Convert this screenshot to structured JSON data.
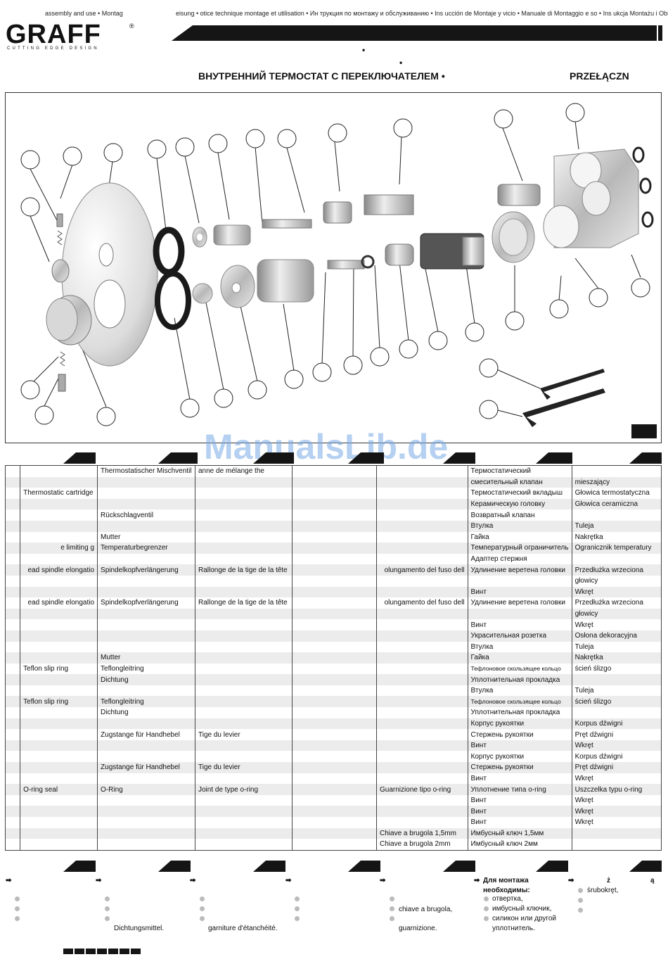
{
  "header": {
    "top_left": "assembly and use • Montag",
    "top_right": "eisung •  otice technique montage et utilisation • Ин  трукция по монтажу и обслуживанию • Ins  ucción de Montaje y        vicio • Manuale di Montaggio e    so • Ins  ukcja Montażu i Obsług",
    "logo": "GRAFF",
    "logo_reg": "®",
    "logo_tagline": "CUTTING EDGE DESIGN",
    "dot1": "•",
    "dot2": "•",
    "title_ru": "ВНУТРЕННИЙ ТЕРМОСТАТ С ПЕРЕКЛЮЧАТЕЛЕМ  •",
    "title_pl": "PRZEŁĄCZN"
  },
  "watermark": "ManualsLib.de",
  "parts_table": {
    "rows": [
      [
        "",
        "",
        "Thermostatischer Mischventil",
        "anne de mélange the",
        "",
        "",
        "Термостатический",
        ""
      ],
      [
        "",
        "",
        "",
        "",
        "",
        "",
        "смесительный клапан",
        "mieszający"
      ],
      [
        "",
        "Thermostatic cartridge",
        "",
        "",
        "",
        "",
        "Термостатический вкладыш",
        "Głowica termostatyczna"
      ],
      [
        "",
        "",
        "",
        "",
        "",
        "",
        "Керамическую головку",
        "Głowica ceramiczna"
      ],
      [
        "",
        "",
        "Rückschlagventil",
        "",
        "",
        "",
        "Возвратный клапан",
        ""
      ],
      [
        "",
        "",
        "",
        "",
        "",
        "",
        "Втулка",
        "Tuleja"
      ],
      [
        "",
        "",
        "Mutter",
        "",
        "",
        "",
        "Гайка",
        "Nakrętka"
      ],
      [
        "",
        "e limiting     g",
        "Temperaturbegrenzer",
        "",
        "",
        "",
        "Температурный ограничитель",
        "Ogranicznik temperatury"
      ],
      [
        "",
        "",
        "",
        "",
        "",
        "",
        "Адаптер стержня",
        ""
      ],
      [
        "",
        "ead spindle elongatio",
        "Spindelkopfverlängerung",
        "Rallonge de la tige de la tête",
        "",
        "olungamento del fuso dell",
        "Удлинение веретена головки",
        "Przedłużka wrzeciona"
      ],
      [
        "",
        "",
        "",
        "",
        "",
        "",
        "",
        "głowicy"
      ],
      [
        "",
        "",
        "",
        "",
        "",
        "",
        "Винт",
        "Wkręt"
      ],
      [
        "",
        "ead spindle elongatio",
        "Spindelkopfverlängerung",
        "Rallonge de la tige de la tête",
        "",
        "olungamento del fuso dell",
        "Удлинение веретена головки",
        "Przedłużka wrzeciona"
      ],
      [
        "",
        "",
        "",
        "",
        "",
        "",
        "",
        "głowicy"
      ],
      [
        "",
        "",
        "",
        "",
        "",
        "",
        "Винт",
        "Wkręt"
      ],
      [
        "",
        "",
        "",
        "",
        "",
        "",
        "Украсительная розетка",
        "Osłona dekoracyjna"
      ],
      [
        "",
        "",
        "",
        "",
        "",
        "",
        "Втулка",
        "Tuleja"
      ],
      [
        "",
        "",
        "Mutter",
        "",
        "",
        "",
        "Гайка",
        "Nakrętka"
      ],
      [
        "",
        "Teflon slip ring",
        "Teflongleitring",
        "",
        "",
        "",
        "Тефлоновое скользящее кольцо",
        "   ścień ślizgo"
      ],
      [
        "",
        "",
        "Dichtung",
        "",
        "",
        "",
        "Уплотнительная прокладка",
        ""
      ],
      [
        "",
        "",
        "",
        "",
        "",
        "",
        "Втулка",
        "Tuleja"
      ],
      [
        "",
        "Teflon slip ring",
        "Teflongleitring",
        "",
        "",
        "",
        "Тефлоновое скользящее кольцо",
        "   ścień ślizgo"
      ],
      [
        "",
        "",
        "Dichtung",
        "",
        "",
        "",
        "Уплотнительная прокладка",
        ""
      ],
      [
        "",
        "",
        "",
        "",
        "",
        "",
        "Корпус рукоятки",
        "Korpus dźwigni"
      ],
      [
        "",
        "",
        "Zugstange für Handhebel",
        "Tige du levier",
        "",
        "",
        "Стержень рукоятки",
        "Pręt dźwigni"
      ],
      [
        "",
        "",
        "",
        "",
        "",
        "",
        "Винт",
        "Wkręt"
      ],
      [
        "",
        "",
        "",
        "",
        "",
        "",
        "Корпус рукоятки",
        "Korpus dźwigni"
      ],
      [
        "",
        "",
        "Zugstange für Handhebel",
        "Tige du levier",
        "",
        "",
        "Стержень рукоятки",
        "Pręt dźwigni"
      ],
      [
        "",
        "",
        "",
        "",
        "",
        "",
        "Винт",
        "Wkręt"
      ],
      [
        "",
        "O-ring seal",
        "O-Ring",
        "Joint de type o-ring",
        "",
        "Guarnizione tipo o-ring",
        "Уплотнение типа o-ring",
        "Uszczelka typu o-ring"
      ],
      [
        "",
        "",
        "",
        "",
        "",
        "",
        "Винт",
        "Wkręt"
      ],
      [
        "",
        "",
        "",
        "",
        "",
        "",
        "Винт",
        "Wkręt"
      ],
      [
        "",
        "",
        "",
        "",
        "",
        "",
        "Винт",
        "Wkręt"
      ],
      [
        "",
        "",
        "",
        "",
        "",
        "Chiave a brugola 1,5mm",
        "Имбусный ключ 1,5мм",
        ""
      ],
      [
        "",
        "",
        "",
        "",
        "",
        "Chiave a brugola 2mm",
        "Имбусный ключ 2мм",
        ""
      ]
    ]
  },
  "tools": {
    "arrow": "➡",
    "de_sealant": "Dichtungsmittel.",
    "fr_sealant": "garniture d'étanchéité.",
    "it_item": "chiave a brugola,",
    "it_sealant": "guarnizione.",
    "ru_heading_1": "Для монтажа",
    "ru_heading_2": "необходимы:",
    "ru_items": [
      "отвертка,",
      "имбусный ключик,",
      "силикон или другой",
      "уплотнитель."
    ],
    "pl_heading_1": "ż",
    "pl_heading_2": "ą",
    "pl_item": "śrubokręt,"
  }
}
